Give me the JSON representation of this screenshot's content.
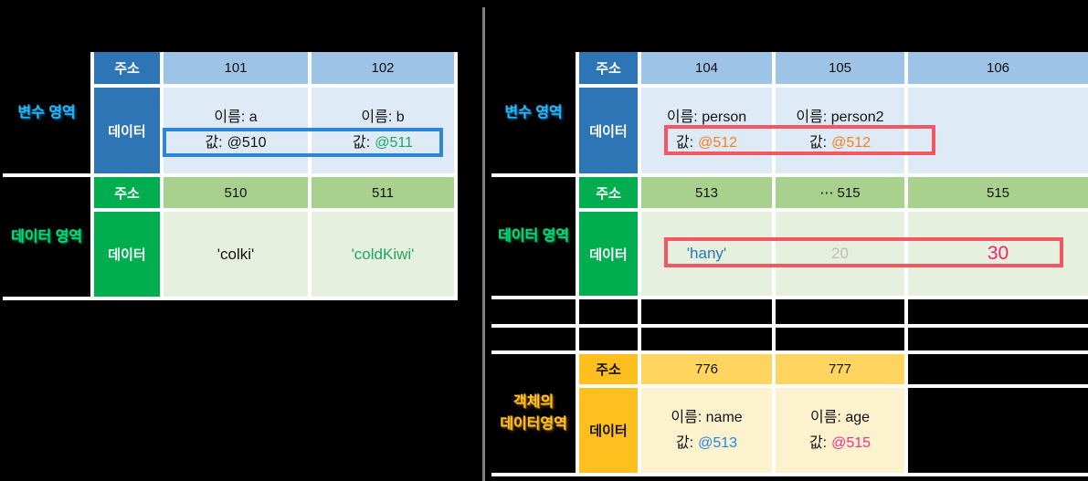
{
  "colors": {
    "blue_header": "#2E75B6",
    "blue_address": "#9DC3E6",
    "blue_data": "#DEEBF7",
    "green_header": "#00AE50",
    "green_address": "#A9D18E",
    "green_data": "#E7F0DE",
    "amber_header": "#FFC01F",
    "amber_address": "#FFD45F",
    "amber_data": "#FDF2CE",
    "label_cyan": "#29B7F0",
    "label_green": "#00DC7D",
    "label_yellow": "#FFC320",
    "value_green": "#1EA75C",
    "value_orange": "#F87E1B",
    "value_blue": "#2877B8",
    "value_gray": "#BDBDBD",
    "value_pink": "#EE2472",
    "value_link_blue": "#1D86E8",
    "value_magenta": "#FC2E8A",
    "box_blue": "#2E86D6",
    "box_red": "#F25762",
    "divider": "#7F7F7F"
  },
  "left_table": {
    "variable_section": {
      "label": "변수 영역",
      "address_header": "주소",
      "data_header": "데이터",
      "addresses": [
        "101",
        "102"
      ],
      "entries": [
        {
          "name_line": "이름: a",
          "value_label": "값:",
          "value": "@510"
        },
        {
          "name_line": "이름: b",
          "value_label": "값:",
          "value": "@511"
        }
      ]
    },
    "data_section": {
      "label": "데이터 영역",
      "address_header": "주소",
      "data_header": "데이터",
      "addresses": [
        "510",
        "511"
      ],
      "values": [
        "'colki'",
        "'coldKiwi'"
      ]
    }
  },
  "right_table": {
    "variable_section": {
      "label": "변수 영역",
      "address_header": "주소",
      "data_header": "데이터",
      "addresses": [
        "104",
        "105",
        "106"
      ],
      "entries": [
        {
          "name_line": "이름: person",
          "value_label": "값:",
          "value": "@512"
        },
        {
          "name_line": "이름: person2",
          "value_label": "값:",
          "value": "@512"
        }
      ]
    },
    "data_section": {
      "label": "데이터 영역",
      "address_header": "주소",
      "data_header": "데이터",
      "addresses": [
        "513",
        "⋯ 515",
        "515"
      ],
      "values": [
        "'hany'",
        "20",
        "30"
      ]
    },
    "object_section": {
      "label_line1": "객체의",
      "label_line2": "데이터영역",
      "address_header": "주소",
      "data_header": "데이터",
      "addresses": [
        "776",
        "777"
      ],
      "entries": [
        {
          "name_line": "이름: name",
          "value_label": "값:",
          "value": "@513"
        },
        {
          "name_line": "이름: age",
          "value_label": "값:",
          "value": "@515"
        }
      ]
    }
  }
}
